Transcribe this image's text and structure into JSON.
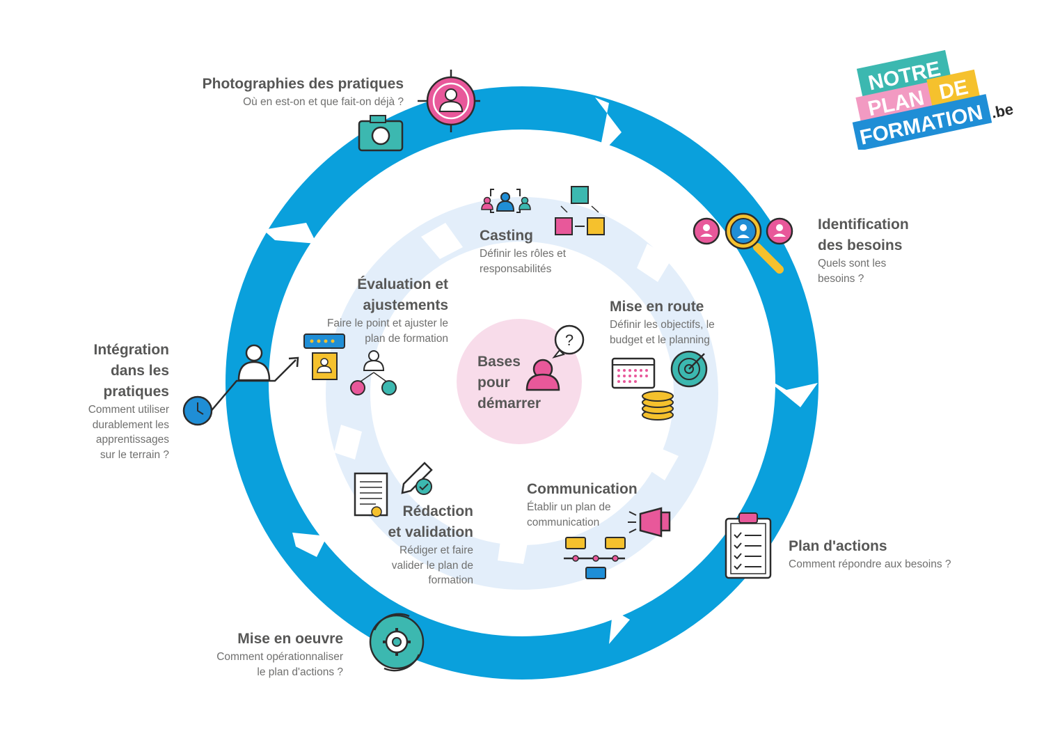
{
  "center": {
    "title_l1": "Bases",
    "title_l2": "pour",
    "title_l3": "démarrer"
  },
  "outer_steps": [
    {
      "id": "photos",
      "title_l1": "Photographies des pratiques",
      "sub_l1": "Où en est-on et que fait-on déjà ?",
      "icon": "camera-target-person-icon"
    },
    {
      "id": "identification",
      "title_l1": "Identification",
      "title_l2": "des besoins",
      "sub_l1": "Quels sont les",
      "sub_l2": "besoins ?",
      "icon": "magnifier-people-icon"
    },
    {
      "id": "plan",
      "title_l1": "Plan d'actions",
      "sub_l1": "Comment répondre aux besoins ?",
      "icon": "clipboard-checklist-icon"
    },
    {
      "id": "oeuvre",
      "title_l1": "Mise en oeuvre",
      "sub_l1": "Comment opérationnaliser",
      "sub_l2": "le plan d'actions ?",
      "icon": "gear-cycle-icon"
    },
    {
      "id": "integration",
      "title_l1": "Intégration",
      "title_l2": "dans les",
      "title_l3": "pratiques",
      "sub_l1": "Comment utiliser",
      "sub_l2": "durablement les",
      "sub_l3": "apprentissages",
      "sub_l4": "sur le terrain ?",
      "icon": "person-growth-clock-icon"
    }
  ],
  "inner_steps": [
    {
      "id": "casting",
      "title_l1": "Casting",
      "sub_l1": "Définir les rôles et",
      "sub_l2": "responsabilités",
      "icon": "team-roles-icon"
    },
    {
      "id": "route",
      "title_l1": "Mise en route",
      "sub_l1": "Définir les objectifs, le",
      "sub_l2": "budget et le planning",
      "icon": "calendar-target-coins-icon"
    },
    {
      "id": "communication",
      "title_l1": "Communication",
      "sub_l1": "Établir un plan de",
      "sub_l2": "communication",
      "icon": "megaphone-timeline-icon"
    },
    {
      "id": "redaction",
      "title_l1": "Rédaction",
      "title_l2": "et validation",
      "sub_l1": "Rédiger et faire",
      "sub_l2": "valider le plan de",
      "sub_l3": "formation",
      "icon": "document-pen-check-icon"
    },
    {
      "id": "evaluation",
      "title_l1": "Évaluation et",
      "title_l2": "ajustements",
      "sub_l1": "Faire le point et ajuster le",
      "sub_l2": "plan de formation",
      "icon": "rating-tree-icon"
    }
  ],
  "logo": {
    "line1": "NOTRE",
    "line2_a": "PLAN",
    "line2_b": "DE",
    "line3": "FORMATION",
    "suffix": ".be"
  },
  "colors": {
    "outer_ring": "#0aa0dc",
    "inner_ring": "#e3eefa",
    "center_disc": "#f8dcea",
    "pink": "#e8589a",
    "teal": "#3cb8b0",
    "yellow": "#f5c12d",
    "blue": "#1f8ed6",
    "text": "#575756"
  }
}
